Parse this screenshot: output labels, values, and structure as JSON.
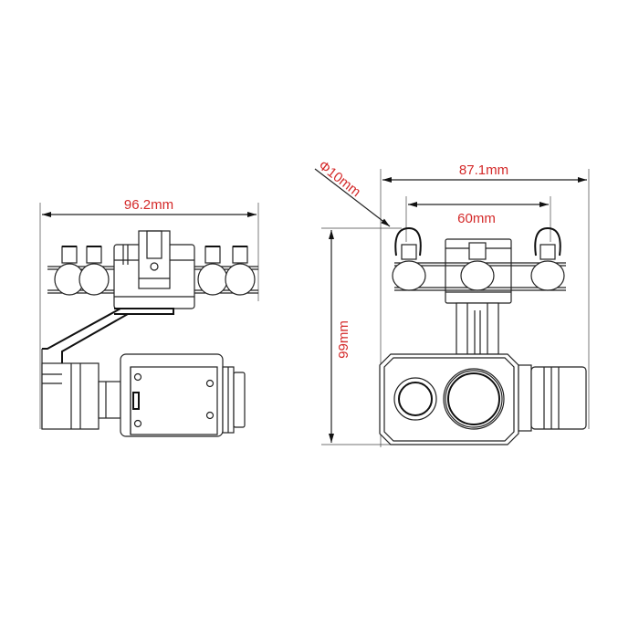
{
  "title": "Gimbal camera dimension drawing",
  "colors": {
    "dimension_text": "#d42a2a",
    "line": "#222222",
    "background": "#ffffff"
  },
  "side_view": {
    "name": "side-view",
    "width_label": "96.2mm"
  },
  "front_view": {
    "name": "front-view",
    "overall_width_label": "87.1mm",
    "mount_spacing_label": "60mm",
    "damper_diameter_label": "Φ10mm",
    "height_label": "99mm"
  }
}
